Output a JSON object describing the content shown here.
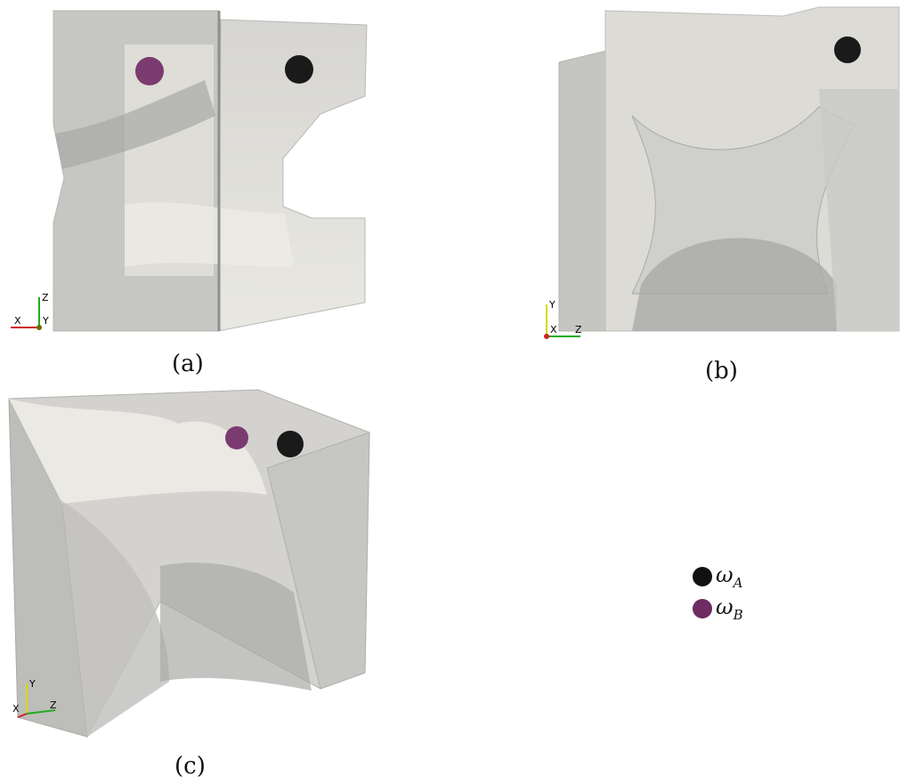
{
  "panels": [
    {
      "caption": "(a)",
      "axes": {
        "h": "X",
        "v": "Z",
        "depth": "Y"
      }
    },
    {
      "caption": "(b)",
      "axes": {
        "h": "Z",
        "v": "Y",
        "depth": "X"
      }
    },
    {
      "caption": "(c)",
      "axes": {
        "h": "Z",
        "v": "Y",
        "depth": "X"
      }
    }
  ],
  "legend": [
    {
      "symbol": "ω",
      "sub": "A",
      "color": "#111111"
    },
    {
      "symbol": "ω",
      "sub": "B",
      "color": "#6e2c62"
    }
  ],
  "colors": {
    "surface": "#c9c9c6",
    "surface_light": "#e6e5df",
    "surface_dark": "#a9a9a6",
    "omega_a": "#111111",
    "omega_b": "#6e2c62",
    "axis_x": "#cc2222",
    "axis_y": "#d8d800",
    "axis_z": "#22aa22"
  }
}
